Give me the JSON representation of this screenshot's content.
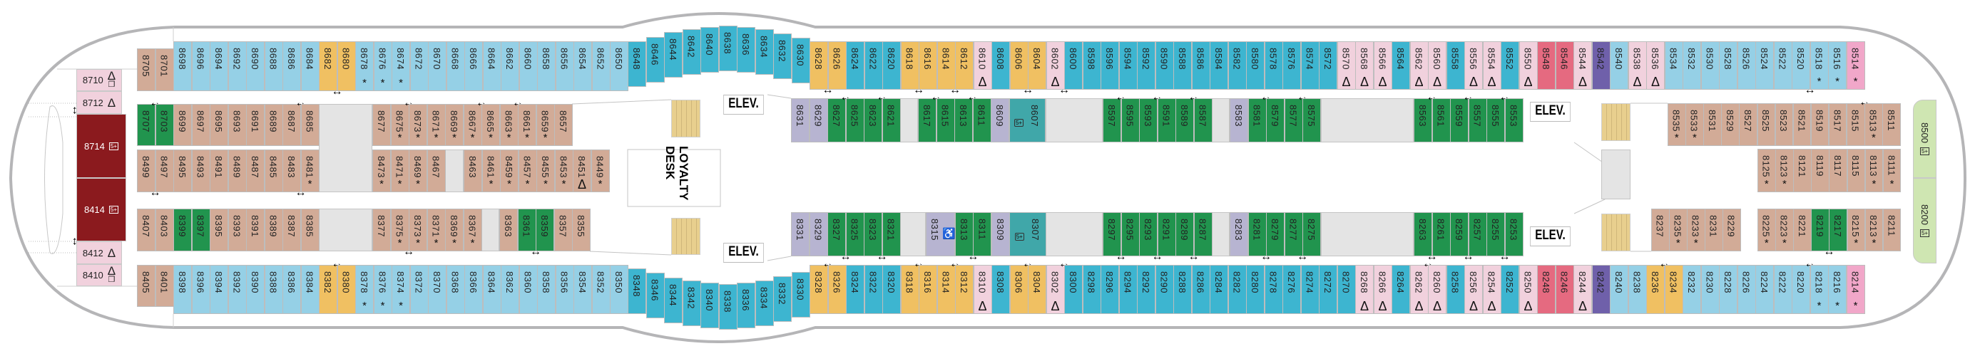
{
  "labels": {
    "elev": "ELEV.",
    "loyalty_desk_1": "LOYALTY",
    "loyalty_desk_2": "DESK"
  },
  "colors": {
    "lb": "#95d0e6",
    "bl": "#3db5d0",
    "or": "#f0c062",
    "pk": "#f1d1dd",
    "tn": "#d2ab97",
    "gn": "#21944e",
    "pu": "#b7b4d1",
    "tl": "#40a7a9",
    "rd": "#e56a80",
    "vi": "#6f60aa",
    "mg": "#f1a7c9",
    "dr": "#8b1a1e",
    "lg": "#cfe6b2"
  },
  "suites": [
    {
      "n": "8710",
      "c": "pk",
      "m": [
        "Δ",
        "connecting-icon"
      ]
    },
    {
      "n": "8712",
      "c": "pk",
      "m": [
        "Δ"
      ]
    },
    {
      "n": "8714",
      "c": "dr",
      "m": [
        "5+"
      ]
    },
    {
      "n": "8414",
      "c": "dr",
      "m": [
        "5+"
      ]
    },
    {
      "n": "8412",
      "c": "pk",
      "m": [
        "Δ"
      ]
    },
    {
      "n": "8410",
      "c": "pk",
      "m": [
        "Δ",
        "connecting-icon"
      ]
    },
    {
      "n": "8500",
      "c": "lg",
      "m": [
        "5+"
      ]
    },
    {
      "n": "8200",
      "c": "lg",
      "m": [
        "5+"
      ]
    }
  ],
  "cabins": {
    "top_a": [
      [
        "8705",
        "tn"
      ],
      [
        "8701",
        "tn"
      ],
      [
        "8698",
        "lb"
      ],
      [
        "8696",
        "lb"
      ],
      [
        "8694",
        "lb"
      ],
      [
        "8692",
        "lb"
      ],
      [
        "8690",
        "lb"
      ],
      [
        "8688",
        "lb"
      ],
      [
        "8686",
        "lb"
      ],
      [
        "8684",
        "lb"
      ],
      [
        "8682",
        "or",
        "",
        "b"
      ],
      [
        "8680",
        "or"
      ],
      [
        "8678",
        "lb",
        "*"
      ],
      [
        "8676",
        "lb",
        "*"
      ],
      [
        "8674",
        "lb",
        "*"
      ],
      [
        "8672",
        "lb"
      ],
      [
        "8670",
        "lb"
      ],
      [
        "8668",
        "lb"
      ],
      [
        "8666",
        "lb"
      ],
      [
        "8664",
        "lb"
      ],
      [
        "8662",
        "lb"
      ],
      [
        "8660",
        "lb"
      ],
      [
        "8658",
        "lb"
      ],
      [
        "8656",
        "lb"
      ],
      [
        "8654",
        "lb"
      ],
      [
        "8652",
        "lb"
      ],
      [
        "8650",
        "lb"
      ]
    ],
    "top_curve": [
      [
        "8648",
        "bl"
      ],
      [
        "8646",
        "bl"
      ],
      [
        "8644",
        "bl"
      ],
      [
        "8642",
        "bl"
      ],
      [
        "8640",
        "bl"
      ],
      [
        "8638",
        "bl"
      ],
      [
        "8636",
        "bl"
      ],
      [
        "8634",
        "bl"
      ],
      [
        "8632",
        "bl"
      ],
      [
        "8630",
        "bl"
      ]
    ],
    "top_b": [
      [
        "8628",
        "or",
        "",
        "b"
      ],
      [
        "8626",
        "or"
      ],
      [
        "8624",
        "bl"
      ],
      [
        "8622",
        "bl"
      ],
      [
        "8620",
        "bl"
      ],
      [
        "8618",
        "or",
        "",
        "b"
      ],
      [
        "8616",
        "or"
      ],
      [
        "8614",
        "or",
        "",
        "b"
      ],
      [
        "8612",
        "or"
      ],
      [
        "8610",
        "pk",
        "Δ"
      ],
      [
        "8608",
        "bl"
      ],
      [
        "8606",
        "or",
        "",
        "b"
      ],
      [
        "8604",
        "or"
      ],
      [
        "8602",
        "pk",
        "Δ",
        "b"
      ],
      [
        "8600",
        "bl"
      ],
      [
        "8598",
        "bl"
      ],
      [
        "8596",
        "bl"
      ],
      [
        "8594",
        "bl"
      ],
      [
        "8592",
        "bl"
      ],
      [
        "8590",
        "bl"
      ],
      [
        "8588",
        "bl"
      ],
      [
        "8586",
        "bl"
      ],
      [
        "8584",
        "bl"
      ],
      [
        "8582",
        "bl"
      ],
      [
        "8580",
        "bl"
      ],
      [
        "8578",
        "bl"
      ],
      [
        "8576",
        "bl"
      ],
      [
        "8574",
        "bl"
      ],
      [
        "8572",
        "bl"
      ],
      [
        "8570",
        "pk",
        "Δ"
      ],
      [
        "8568",
        "pk",
        "Δ"
      ],
      [
        "8566",
        "pk",
        "Δ"
      ],
      [
        "8564",
        "bl"
      ],
      [
        "8562",
        "pk",
        "Δ"
      ],
      [
        "8560",
        "pk",
        "Δ"
      ],
      [
        "8558",
        "bl"
      ],
      [
        "8556",
        "pk",
        "Δ"
      ],
      [
        "8554",
        "pk",
        "Δ"
      ],
      [
        "8552",
        "bl"
      ],
      [
        "8550",
        "pk",
        "Δ"
      ],
      [
        "8548",
        "rd"
      ],
      [
        "8546",
        "rd"
      ],
      [
        "8544",
        "pk",
        "Δ"
      ],
      [
        "8542",
        "vi"
      ],
      [
        "8540",
        "lb"
      ],
      [
        "8538",
        "pk",
        "Δ"
      ],
      [
        "8536",
        "pk",
        "Δ"
      ],
      [
        "8534",
        "lb"
      ],
      [
        "8532",
        "lb"
      ],
      [
        "8530",
        "lb"
      ],
      [
        "8528",
        "lb"
      ],
      [
        "8526",
        "lb"
      ],
      [
        "8524",
        "lb"
      ],
      [
        "8522",
        "lb"
      ],
      [
        "8520",
        "lb",
        "",
        "b"
      ],
      [
        "8518",
        "lb",
        "*"
      ],
      [
        "8516",
        "lb",
        "*"
      ],
      [
        "8514",
        "mg",
        "*"
      ]
    ],
    "bot_a": [
      [
        "8405",
        "tn"
      ],
      [
        "8401",
        "tn"
      ],
      [
        "8398",
        "lb"
      ],
      [
        "8396",
        "lb"
      ],
      [
        "8394",
        "lb"
      ],
      [
        "8392",
        "lb"
      ],
      [
        "8390",
        "lb"
      ],
      [
        "8388",
        "lb"
      ],
      [
        "8386",
        "lb"
      ],
      [
        "8384",
        "lb"
      ],
      [
        "8382",
        "or",
        "",
        "t"
      ],
      [
        "8380",
        "or"
      ],
      [
        "8378",
        "lb",
        "*"
      ],
      [
        "8376",
        "lb",
        "*"
      ],
      [
        "8374",
        "lb",
        "*"
      ],
      [
        "8372",
        "lb"
      ],
      [
        "8370",
        "lb"
      ],
      [
        "8368",
        "lb"
      ],
      [
        "8366",
        "lb"
      ],
      [
        "8364",
        "lb"
      ],
      [
        "8362",
        "lb"
      ],
      [
        "8360",
        "lb"
      ],
      [
        "8358",
        "lb"
      ],
      [
        "8356",
        "lb"
      ],
      [
        "8354",
        "lb"
      ],
      [
        "8352",
        "lb"
      ],
      [
        "8350",
        "lb"
      ]
    ],
    "bot_curve": [
      [
        "8348",
        "bl"
      ],
      [
        "8346",
        "bl"
      ],
      [
        "8344",
        "bl"
      ],
      [
        "8342",
        "bl"
      ],
      [
        "8340",
        "bl"
      ],
      [
        "8338",
        "bl"
      ],
      [
        "8336",
        "bl"
      ],
      [
        "8334",
        "bl"
      ],
      [
        "8332",
        "bl"
      ],
      [
        "8330",
        "bl"
      ]
    ],
    "bot_b": [
      [
        "8328",
        "or",
        "",
        "t"
      ],
      [
        "8326",
        "or"
      ],
      [
        "8324",
        "bl"
      ],
      [
        "8322",
        "bl"
      ],
      [
        "8320",
        "bl"
      ],
      [
        "8318",
        "or",
        "",
        "t"
      ],
      [
        "8316",
        "or"
      ],
      [
        "8314",
        "or",
        "",
        "t"
      ],
      [
        "8312",
        "or"
      ],
      [
        "8310",
        "pk",
        "Δ"
      ],
      [
        "8308",
        "bl"
      ],
      [
        "8306",
        "or",
        "",
        "t"
      ],
      [
        "8304",
        "or"
      ],
      [
        "8302",
        "pk",
        "Δ",
        "t"
      ],
      [
        "8300",
        "bl"
      ],
      [
        "8298",
        "bl"
      ],
      [
        "8296",
        "bl"
      ],
      [
        "8294",
        "bl"
      ],
      [
        "8292",
        "bl"
      ],
      [
        "8290",
        "bl"
      ],
      [
        "8288",
        "bl"
      ],
      [
        "8286",
        "bl"
      ],
      [
        "8284",
        "bl"
      ],
      [
        "8282",
        "bl"
      ],
      [
        "8280",
        "bl"
      ],
      [
        "8278",
        "bl"
      ],
      [
        "8276",
        "bl"
      ],
      [
        "8274",
        "bl"
      ],
      [
        "8272",
        "bl"
      ],
      [
        "8270",
        "bl"
      ],
      [
        "8268",
        "pk",
        "Δ"
      ],
      [
        "8266",
        "pk",
        "Δ"
      ],
      [
        "8264",
        "bl"
      ],
      [
        "8262",
        "pk",
        "Δ",
        "t"
      ],
      [
        "8260",
        "pk",
        "Δ"
      ],
      [
        "8258",
        "bl"
      ],
      [
        "8256",
        "pk",
        "Δ"
      ],
      [
        "8254",
        "pk",
        "Δ"
      ],
      [
        "8252",
        "bl"
      ],
      [
        "8250",
        "pk",
        "Δ"
      ],
      [
        "8248",
        "rd"
      ],
      [
        "8246",
        "rd"
      ],
      [
        "8244",
        "pk",
        "Δ"
      ],
      [
        "8242",
        "vi"
      ],
      [
        "8240",
        "lb"
      ],
      [
        "8238",
        "lb"
      ],
      [
        "8236",
        "or",
        "",
        "t"
      ],
      [
        "8234",
        "or"
      ],
      [
        "8232",
        "lb"
      ],
      [
        "8230",
        "lb"
      ],
      [
        "8228",
        "lb"
      ],
      [
        "8226",
        "lb"
      ],
      [
        "8224",
        "lb"
      ],
      [
        "8222",
        "lb"
      ],
      [
        "8220",
        "lb",
        "",
        "t"
      ],
      [
        "8218",
        "lb",
        "*"
      ],
      [
        "8216",
        "lb",
        "*"
      ],
      [
        "8214",
        "mg",
        "*"
      ]
    ],
    "in1_a": [
      [
        "8707",
        "gn",
        "",
        "t"
      ],
      [
        "8703",
        "gn"
      ],
      [
        "8699",
        "tn"
      ],
      [
        "8697",
        "tn"
      ],
      [
        "8695",
        "tn"
      ],
      [
        "8693",
        "tn"
      ],
      [
        "8691",
        "tn"
      ],
      [
        "8689",
        "tn"
      ],
      [
        "8687",
        "tn",
        "",
        "t"
      ],
      [
        "8685",
        "tn"
      ]
    ],
    "in1_b": [
      [
        "8677",
        "tn"
      ],
      [
        "8675",
        "tn",
        "*",
        "t"
      ],
      [
        "8673",
        "tn",
        "*"
      ],
      [
        "8671",
        "tn",
        "*"
      ],
      [
        "8669",
        "tn",
        "*"
      ],
      [
        "8667",
        "tn",
        "*",
        "t"
      ],
      [
        "8665",
        "tn",
        "*"
      ],
      [
        "8663",
        "tn",
        "*",
        "t"
      ],
      [
        "8661",
        "tn",
        "*"
      ],
      [
        "8659",
        "tn",
        "*"
      ],
      [
        "8657",
        "tn"
      ]
    ],
    "in2_a": [
      [
        "8499",
        "tn",
        "",
        "b"
      ],
      [
        "8497",
        "tn"
      ],
      [
        "8495",
        "tn"
      ],
      [
        "8493",
        "tn"
      ],
      [
        "8491",
        "tn"
      ],
      [
        "8489",
        "tn"
      ],
      [
        "8487",
        "tn"
      ],
      [
        "8485",
        "tn"
      ],
      [
        "8483",
        "tn",
        "",
        "b"
      ],
      [
        "8481",
        "tn",
        "*"
      ]
    ],
    "in2_b": [
      [
        "8473",
        "tn",
        "*"
      ],
      [
        "8471",
        "tn",
        "*"
      ],
      [
        "8469",
        "tn",
        "*"
      ],
      [
        "8467",
        "tn"
      ]
    ],
    "in2_c": [
      [
        "8463",
        "tn"
      ],
      [
        "8461",
        "tn",
        "*"
      ],
      [
        "8459",
        "tn",
        "*"
      ],
      [
        "8457",
        "tn",
        "*"
      ],
      [
        "8455",
        "tn",
        "*"
      ],
      [
        "8453",
        "tn",
        "*"
      ],
      [
        "8451",
        "tn",
        "Δ"
      ],
      [
        "8449",
        "tn",
        "*"
      ]
    ],
    "in3_a": [
      [
        "8407",
        "tn"
      ],
      [
        "8403",
        "tn"
      ],
      [
        "8399",
        "gn"
      ],
      [
        "8397",
        "gn"
      ],
      [
        "8395",
        "tn"
      ],
      [
        "8393",
        "tn"
      ],
      [
        "8391",
        "tn"
      ],
      [
        "8389",
        "tn"
      ],
      [
        "8387",
        "tn"
      ],
      [
        "8385",
        "tn"
      ]
    ],
    "in3_b": [
      [
        "8377",
        "tn"
      ],
      [
        "8375",
        "tn",
        "*",
        "b"
      ],
      [
        "8373",
        "tn",
        "*"
      ],
      [
        "8371",
        "tn",
        "*"
      ],
      [
        "8369",
        "tn",
        "*"
      ],
      [
        "8367",
        "tn",
        "*"
      ]
    ],
    "in3_c": [
      [
        "8363",
        "tn"
      ],
      [
        "8361",
        "gn",
        "",
        "b"
      ],
      [
        "8359",
        "gn"
      ],
      [
        "8357",
        "tn"
      ],
      [
        "8355",
        "tn"
      ]
    ],
    "mid_t1": [
      [
        "8631",
        "pu"
      ],
      [
        "8629",
        "pu"
      ],
      [
        "8627",
        "gn",
        "",
        "t"
      ],
      [
        "8625",
        "gn"
      ],
      [
        "8623",
        "gn",
        "",
        "t"
      ],
      [
        "8621",
        "gn"
      ]
    ],
    "mid_t2": [
      [
        "8617",
        "gn",
        "",
        "t"
      ],
      [
        "8615",
        "gn"
      ],
      [
        "8613",
        "gn",
        "",
        "t"
      ],
      [
        "8611",
        "gn"
      ],
      [
        "8609",
        "pu"
      ],
      [
        "8607",
        "tl",
        "5+"
      ]
    ],
    "mid_t3": [
      [
        "8597",
        "gn",
        "",
        "t"
      ],
      [
        "8595",
        "gn"
      ],
      [
        "8593",
        "gn",
        "",
        "t"
      ],
      [
        "8591",
        "gn"
      ],
      [
        "8589",
        "gn",
        "",
        "t"
      ],
      [
        "8587",
        "gn"
      ]
    ],
    "mid_t4": [
      [
        "8583",
        "pu"
      ],
      [
        "8581",
        "gn",
        "",
        "t"
      ],
      [
        "8579",
        "gn"
      ],
      [
        "8577",
        "gn",
        "",
        "t"
      ],
      [
        "8575",
        "gn"
      ]
    ],
    "mid_t5": [
      [
        "8563",
        "gn",
        "",
        "t"
      ],
      [
        "8561",
        "gn"
      ],
      [
        "8559",
        "gn",
        "",
        "t"
      ],
      [
        "8557",
        "gn"
      ],
      [
        "8555",
        "gn",
        "",
        "t"
      ],
      [
        "8553",
        "gn"
      ]
    ],
    "mid_b1": [
      [
        "8331",
        "pu"
      ],
      [
        "8329",
        "pu"
      ],
      [
        "8327",
        "gn",
        "",
        "b"
      ],
      [
        "8325",
        "gn"
      ],
      [
        "8323",
        "gn",
        "",
        "b"
      ],
      [
        "8321",
        "gn"
      ]
    ],
    "mid_b2": [
      [
        "8315",
        "pu",
        "wc"
      ],
      [
        "8313",
        "gn",
        "",
        "b"
      ],
      [
        "8311",
        "gn"
      ],
      [
        "8309",
        "pu"
      ],
      [
        "8307",
        "tl",
        "5+"
      ]
    ],
    "mid_b3": [
      [
        "8297",
        "gn",
        "",
        "b"
      ],
      [
        "8295",
        "gn"
      ],
      [
        "8293",
        "gn",
        "",
        "b"
      ],
      [
        "8291",
        "gn"
      ],
      [
        "8289",
        "gn",
        "",
        "b"
      ],
      [
        "8287",
        "gn"
      ]
    ],
    "mid_b4": [
      [
        "8283",
        "pu"
      ],
      [
        "8281",
        "gn",
        "",
        "b"
      ],
      [
        "8279",
        "gn"
      ],
      [
        "8277",
        "gn",
        "",
        "b"
      ],
      [
        "8275",
        "gn"
      ]
    ],
    "mid_b5": [
      [
        "8263",
        "gn",
        "",
        "b"
      ],
      [
        "8261",
        "gn"
      ],
      [
        "8259",
        "gn",
        "",
        "b"
      ],
      [
        "8257",
        "gn"
      ],
      [
        "8255",
        "gn",
        "",
        "b"
      ],
      [
        "8253",
        "gn"
      ]
    ],
    "aft_t1": [
      [
        "8535",
        "tn",
        "*"
      ],
      [
        "8533",
        "tn",
        "*"
      ],
      [
        "8531",
        "tn"
      ],
      [
        "8529",
        "tn"
      ],
      [
        "8527",
        "tn"
      ],
      [
        "8525",
        "tn"
      ],
      [
        "8523",
        "tn"
      ],
      [
        "8521",
        "tn"
      ],
      [
        "8519",
        "tn"
      ],
      [
        "8517",
        "tn"
      ],
      [
        "8515",
        "tn",
        "",
        "t"
      ],
      [
        "8513",
        "tn",
        "*"
      ],
      [
        "8511",
        "tn"
      ]
    ],
    "aft_t2": [
      [
        "8125",
        "tn",
        "*"
      ],
      [
        "8123",
        "tn",
        "*"
      ],
      [
        "8121",
        "tn"
      ],
      [
        "8119",
        "tn"
      ],
      [
        "8117",
        "tn"
      ],
      [
        "8115",
        "tn"
      ],
      [
        "8113",
        "tn",
        "*"
      ],
      [
        "8111",
        "tn",
        "*"
      ]
    ],
    "aft_b1": [
      [
        "8237",
        "tn"
      ],
      [
        "8235",
        "tn",
        "*"
      ],
      [
        "8233",
        "tn",
        "*"
      ],
      [
        "8231",
        "tn"
      ],
      [
        "8229",
        "tn"
      ]
    ],
    "aft_b2": [
      [
        "8225",
        "tn",
        "*"
      ],
      [
        "8223",
        "tn",
        "*"
      ],
      [
        "8221",
        "tn"
      ],
      [
        "8219",
        "gn",
        "",
        "b"
      ],
      [
        "8217",
        "gn"
      ],
      [
        "8215",
        "tn",
        "*"
      ],
      [
        "8213",
        "tn",
        "*"
      ],
      [
        "8211",
        "tn"
      ]
    ]
  }
}
